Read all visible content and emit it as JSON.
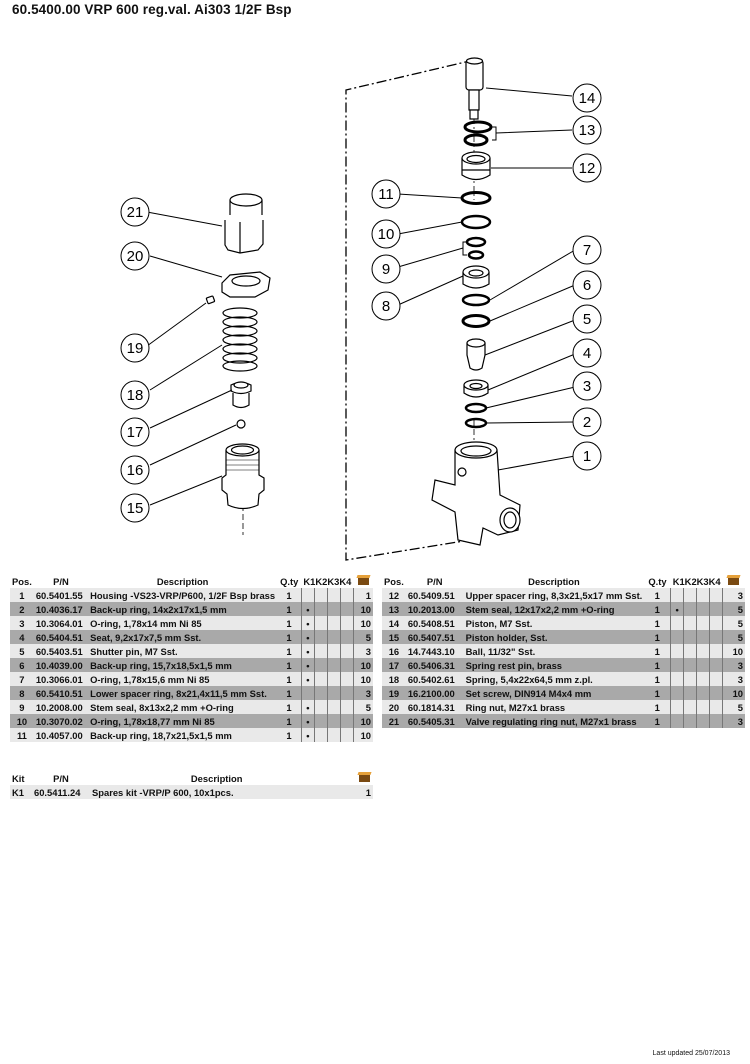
{
  "title": "60.5400.00 VRP 600 reg.val. Ai303 1/2F Bsp",
  "footer": "Last updated 25/07/2013",
  "diagram": {
    "callouts": [
      "1",
      "2",
      "3",
      "4",
      "5",
      "6",
      "7",
      "8",
      "9",
      "10",
      "11",
      "12",
      "13",
      "14",
      "15",
      "16",
      "17",
      "18",
      "19",
      "20",
      "21"
    ]
  },
  "parts_table": {
    "headers": {
      "pos": "Pos.",
      "pn": "P/N",
      "desc": "Description",
      "qty": "Q.ty",
      "k1": "K1",
      "k2": "K2",
      "k3": "K3",
      "k4": "K4",
      "pack_icon": "box-icon"
    },
    "left_rows": [
      {
        "pos": "1",
        "pn": "60.5401.55",
        "desc": "Housing -VS23-VRP/P600, 1/2F Bsp brass",
        "qty": "1",
        "k1": "",
        "pack": "1"
      },
      {
        "pos": "2",
        "pn": "10.4036.17",
        "desc": "Back-up ring, 14x2x17x1,5 mm",
        "qty": "1",
        "k1": "•",
        "pack": "10"
      },
      {
        "pos": "3",
        "pn": "10.3064.01",
        "desc": "O-ring, 1,78x14 mm Ni 85",
        "qty": "1",
        "k1": "•",
        "pack": "10"
      },
      {
        "pos": "4",
        "pn": "60.5404.51",
        "desc": "Seat, 9,2x17x7,5 mm Sst.",
        "qty": "1",
        "k1": "•",
        "pack": "5"
      },
      {
        "pos": "5",
        "pn": "60.5403.51",
        "desc": "Shutter pin, M7 Sst.",
        "qty": "1",
        "k1": "•",
        "pack": "3"
      },
      {
        "pos": "6",
        "pn": "10.4039.00",
        "desc": "Back-up ring, 15,7x18,5x1,5 mm",
        "qty": "1",
        "k1": "•",
        "pack": "10"
      },
      {
        "pos": "7",
        "pn": "10.3066.01",
        "desc": "O-ring, 1,78x15,6 mm Ni 85",
        "qty": "1",
        "k1": "•",
        "pack": "10"
      },
      {
        "pos": "8",
        "pn": "60.5410.51",
        "desc": "Lower spacer ring, 8x21,4x11,5 mm Sst.",
        "qty": "1",
        "k1": "",
        "pack": "3"
      },
      {
        "pos": "9",
        "pn": "10.2008.00",
        "desc": "Stem seal, 8x13x2,2 mm +O-ring",
        "qty": "1",
        "k1": "•",
        "pack": "5"
      },
      {
        "pos": "10",
        "pn": "10.3070.02",
        "desc": "O-ring, 1,78x18,77 mm Ni 85",
        "qty": "1",
        "k1": "•",
        "pack": "10"
      },
      {
        "pos": "11",
        "pn": "10.4057.00",
        "desc": "Back-up ring, 18,7x21,5x1,5 mm",
        "qty": "1",
        "k1": "•",
        "pack": "10"
      }
    ],
    "right_rows": [
      {
        "pos": "12",
        "pn": "60.5409.51",
        "desc": "Upper spacer ring, 8,3x21,5x17 mm Sst.",
        "qty": "1",
        "k1": "",
        "pack": "3"
      },
      {
        "pos": "13",
        "pn": "10.2013.00",
        "desc": "Stem seal, 12x17x2,2 mm +O-ring",
        "qty": "1",
        "k1": "•",
        "pack": "5"
      },
      {
        "pos": "14",
        "pn": "60.5408.51",
        "desc": "Piston, M7 Sst.",
        "qty": "1",
        "k1": "",
        "pack": "5"
      },
      {
        "pos": "15",
        "pn": "60.5407.51",
        "desc": "Piston holder, Sst.",
        "qty": "1",
        "k1": "",
        "pack": "5"
      },
      {
        "pos": "16",
        "pn": "14.7443.10",
        "desc": "Ball, 11/32\" Sst.",
        "qty": "1",
        "k1": "",
        "pack": "10"
      },
      {
        "pos": "17",
        "pn": "60.5406.31",
        "desc": "Spring rest pin, brass",
        "qty": "1",
        "k1": "",
        "pack": "3"
      },
      {
        "pos": "18",
        "pn": "60.5402.61",
        "desc": "Spring, 5,4x22x64,5 mm z.pl.",
        "qty": "1",
        "k1": "",
        "pack": "3"
      },
      {
        "pos": "19",
        "pn": "16.2100.00",
        "desc": "Set screw, DIN914 M4x4 mm",
        "qty": "1",
        "k1": "",
        "pack": "10"
      },
      {
        "pos": "20",
        "pn": "60.1814.31",
        "desc": "Ring nut, M27x1 brass",
        "qty": "1",
        "k1": "",
        "pack": "5"
      },
      {
        "pos": "21",
        "pn": "60.5405.31",
        "desc": "Valve regulating ring nut, M27x1 brass",
        "qty": "1",
        "k1": "",
        "pack": "3"
      }
    ]
  },
  "kit_table": {
    "headers": {
      "kit": "Kit",
      "pn": "P/N",
      "desc": "Description",
      "pack_icon": "box-icon"
    },
    "rows": [
      {
        "kit": "K1",
        "pn": "60.5411.24",
        "desc": "Spares kit -VRP/P 600, 10x1pcs.",
        "pack": "1"
      }
    ]
  }
}
